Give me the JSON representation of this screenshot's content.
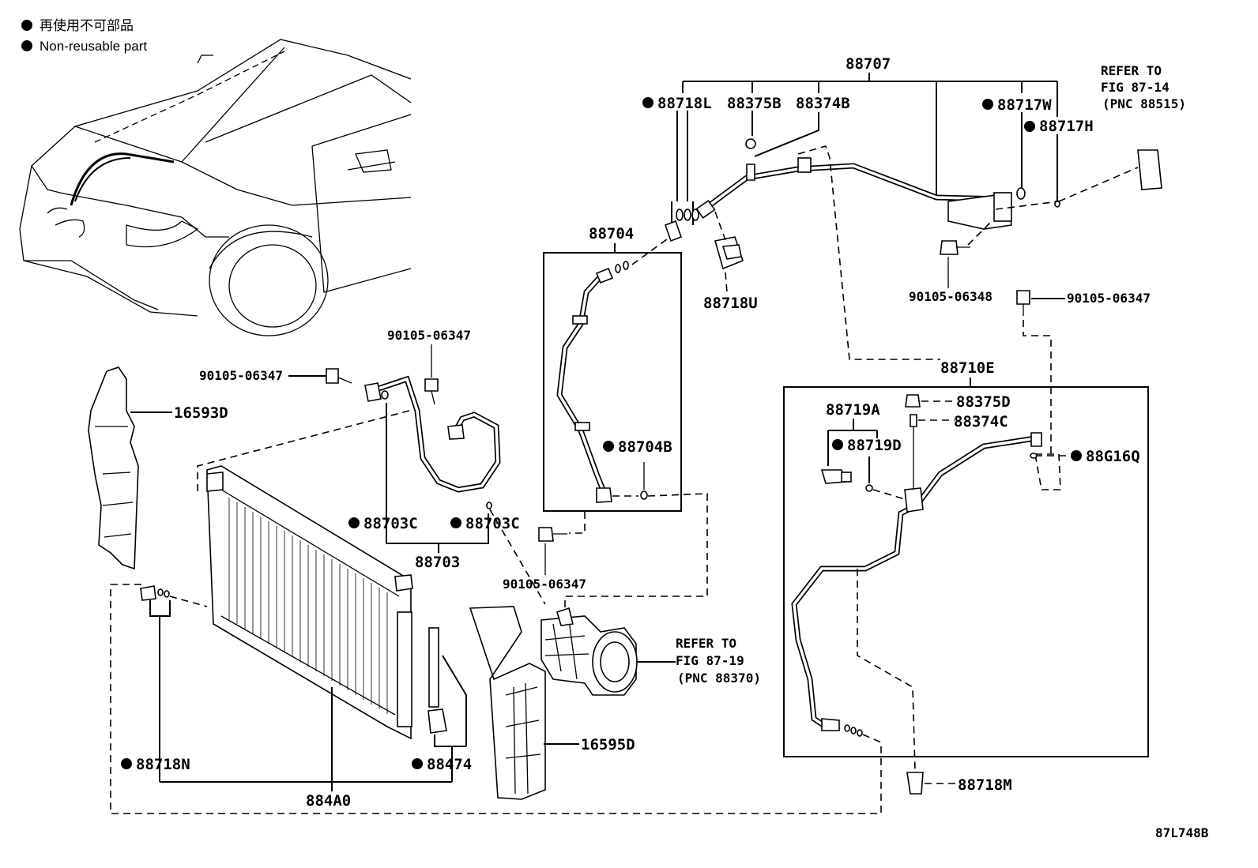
{
  "legend": {
    "japanese": "再使用不可部品",
    "english": "Non-reusable part"
  },
  "diagram_id": "87L748B",
  "labels": {
    "p88707": "88707",
    "p88718L": "88718L",
    "p88375B": "88375B",
    "p88374B": "88374B",
    "p88717W": "88717W",
    "p88717H": "88717H",
    "refer1_l1": "REFER TO",
    "refer1_l2": "FIG 87-14",
    "refer1_l3": "(PNC 88515)",
    "p88704": "88704",
    "p88718U": "88718U",
    "p90105_06348": "90105-06348",
    "p90105_06347_a": "90105-06347",
    "p90105_06347_b": "90105-06347",
    "p90105_06347_c": "90105-06347",
    "p90105_06347_d": "90105-06347",
    "p88710E": "88710E",
    "p88375D": "88375D",
    "p88719A": "88719A",
    "p88374C": "88374C",
    "p88719D": "88719D",
    "p88G16Q": "88G16Q",
    "p16593D": "16593D",
    "p88704B": "88704B",
    "p88703C_a": "88703C",
    "p88703C_b": "88703C",
    "p88703": "88703",
    "refer2_l1": "REFER TO",
    "refer2_l2": "FIG 87-19",
    "refer2_l3": "(PNC 88370)",
    "p16595D": "16595D",
    "p88718N": "88718N",
    "p88474": "88474",
    "p884A0": "884A0",
    "p88718M": "88718M"
  }
}
